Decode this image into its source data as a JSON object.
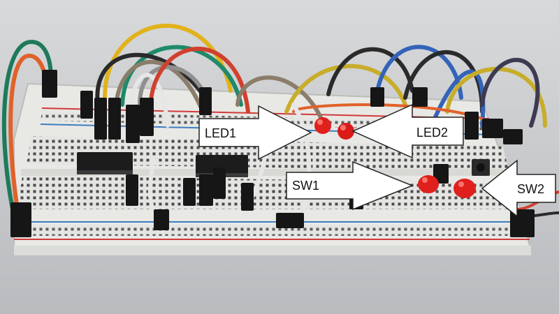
{
  "annotations": {
    "led1": "LED1",
    "led2": "LED2",
    "sw1": "SW1",
    "sw2": "SW2"
  },
  "colors": {
    "background": "#c9cbcd",
    "breadboard": "#e6e6e3",
    "rail_red": "#d23a3a",
    "rail_blue": "#3c7fc0",
    "led_red": "#e0201c",
    "arrow_fill": "#ffffff",
    "arrow_stroke": "#222222"
  },
  "objects": {
    "breadboard": "solderless-breadboard",
    "chips": [
      "dip-ic-left",
      "dip-ic-center"
    ],
    "leds": 4,
    "pushbutton": "tactile-switch"
  }
}
